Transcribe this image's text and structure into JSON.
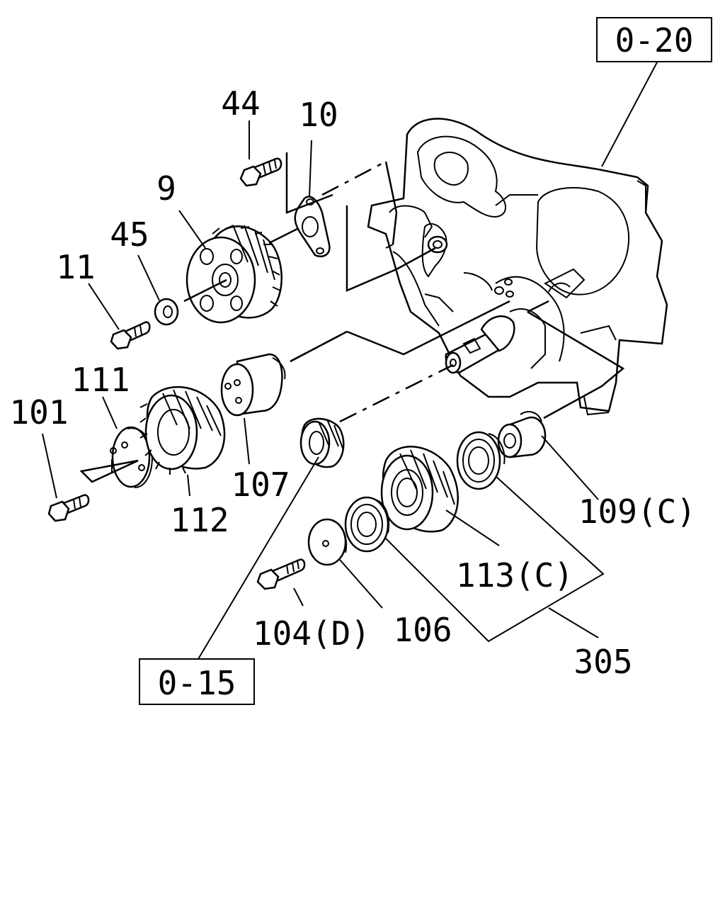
{
  "references": {
    "top_right": "0-20",
    "bottom_left": "0-15"
  },
  "callouts": {
    "p44": "44",
    "p10": "10",
    "p9": "9",
    "p45": "45",
    "p11": "11",
    "p111": "111",
    "p101": "101",
    "p107": "107",
    "p112": "112",
    "p109": "109(C)",
    "p113": "113(C)",
    "p104": "104(D)",
    "p106": "106",
    "p305": "305"
  },
  "colors": {
    "line": "#000000",
    "background": "#ffffff"
  }
}
